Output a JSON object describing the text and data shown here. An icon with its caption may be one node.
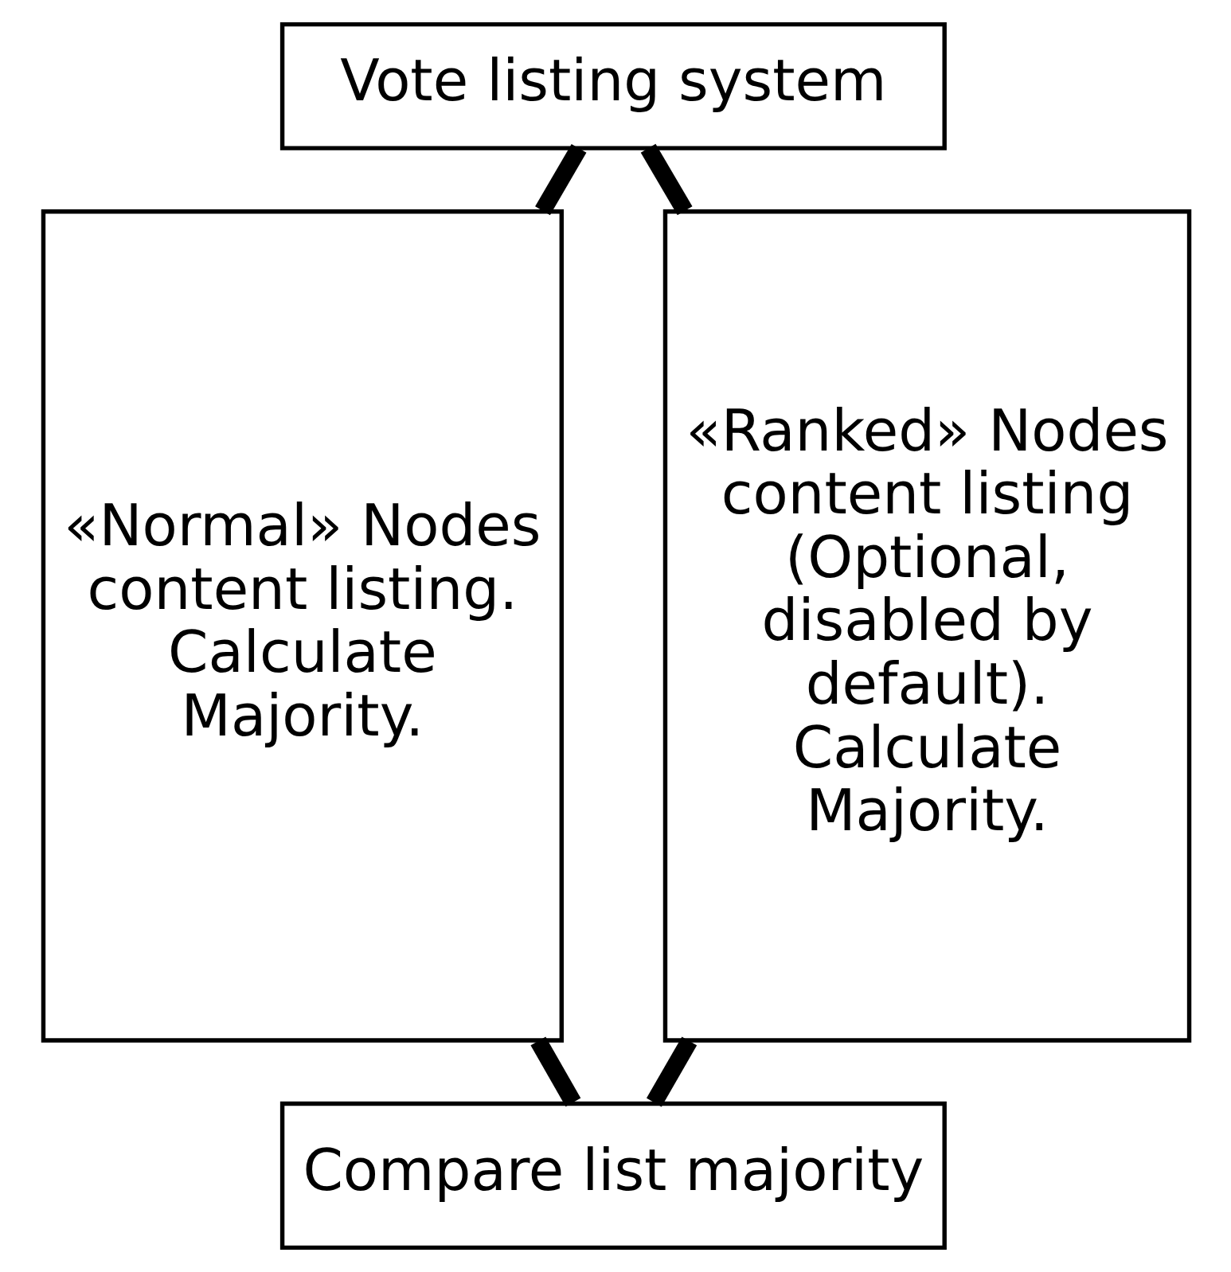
{
  "diagram": {
    "nodes": [
      {
        "text": [
          "Vote listing system"
        ]
      },
      {
        "text": [
          "«Normal» Nodes content listing. Calculate Majority."
        ]
      },
      {
        "text": [
          "«Ranked» Nodes content listing (Optional, disabled by default). Calculate Majority."
        ]
      },
      {
        "text": [
          "Compare list majority"
        ]
      }
    ],
    "edges": [
      {
        "from": 0,
        "to": 1,
        "arrow": "none"
      },
      {
        "from": 0,
        "to": 2,
        "arrow": "none"
      },
      {
        "from": 1,
        "to": 3,
        "arrow": "none"
      },
      {
        "from": 2,
        "to": 3,
        "arrow": "none"
      }
    ]
  }
}
